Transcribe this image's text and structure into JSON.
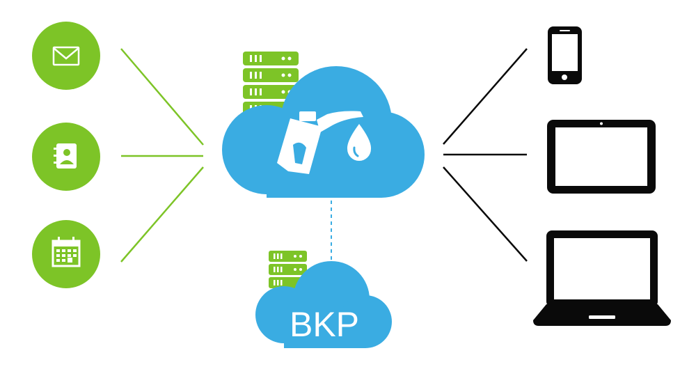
{
  "colors": {
    "green": "#7dc427",
    "cloud_blue": "#3aace2",
    "device_black": "#0a0a0a",
    "dashed_line": "#3aace2"
  },
  "sources": [
    {
      "name": "email",
      "icon": "envelope-icon"
    },
    {
      "name": "contacts",
      "icon": "address-book-icon"
    },
    {
      "name": "calendar",
      "icon": "calendar-icon"
    }
  ],
  "main_cloud": {
    "icons": [
      "fuel-nozzle-icon",
      "drop-icon",
      "server-stack-icon"
    ]
  },
  "backup_cloud": {
    "label": "BKP",
    "icons": [
      "server-stack-icon"
    ]
  },
  "devices": [
    {
      "name": "phone",
      "icon": "smartphone-icon"
    },
    {
      "name": "tablet",
      "icon": "tablet-icon"
    },
    {
      "name": "laptop",
      "icon": "laptop-icon"
    }
  ]
}
